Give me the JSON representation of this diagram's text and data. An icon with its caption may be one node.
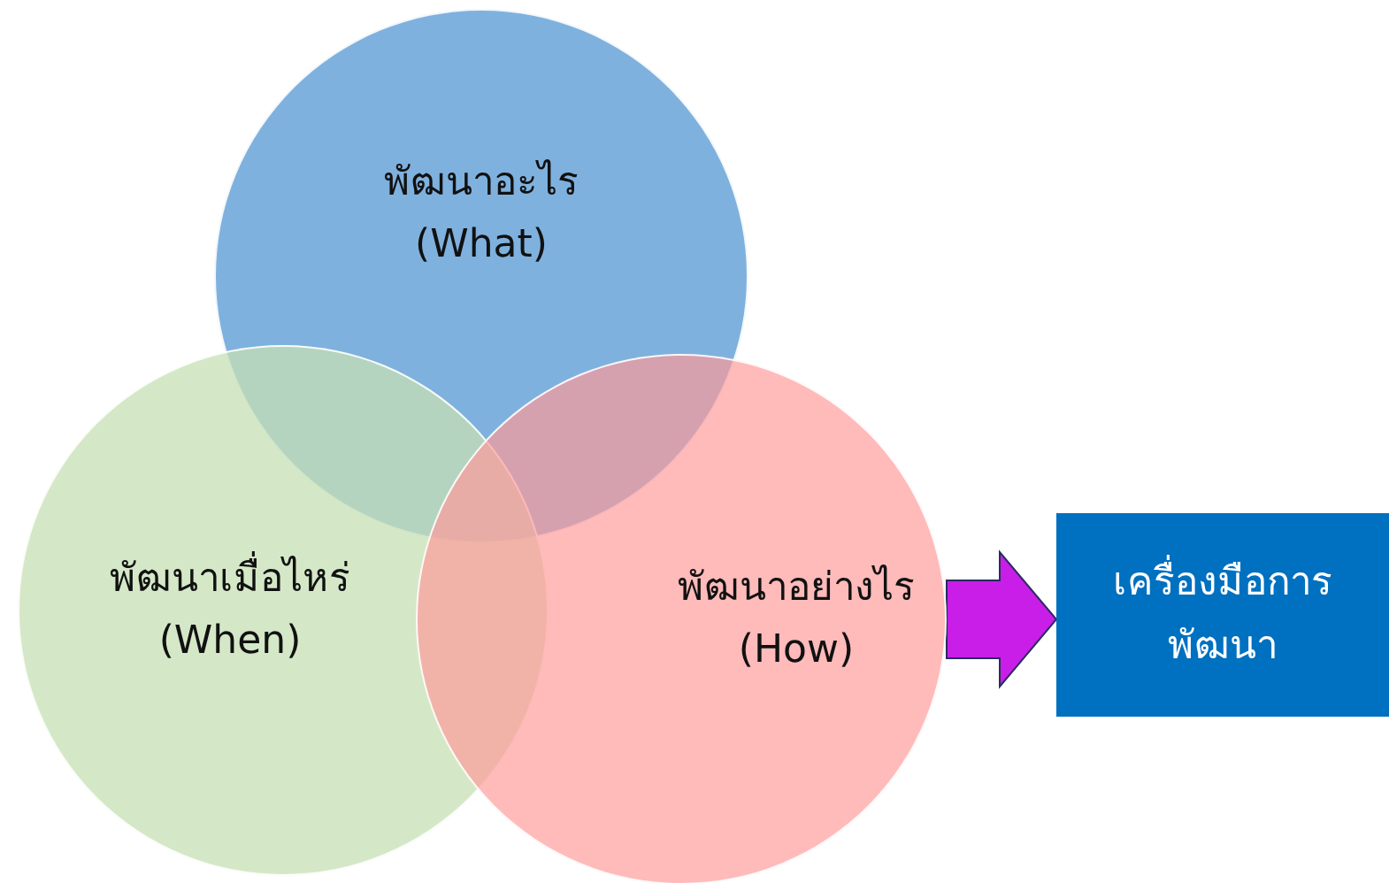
{
  "diagram": {
    "nodes": [
      {
        "text": [
          "พัฒนาอะไร (What)"
        ]
      },
      {
        "text": [
          "พัฒนาเมื่อไหร่ (When)"
        ]
      },
      {
        "text": [
          "พัฒนาอย่างไร (How)"
        ]
      },
      {
        "text": [
          "เครื่องมือการพัฒนา"
        ]
      }
    ],
    "edges": [
      {
        "from": 2,
        "to": 3,
        "arrow": "to"
      }
    ]
  }
}
